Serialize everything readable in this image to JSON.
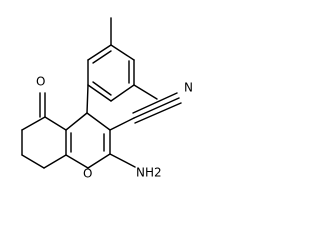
{
  "molecule": {
    "labels": {
      "carbonyl_oxygen": "O",
      "ring_oxygen": "O",
      "nitrile_nitrogen": "N",
      "amino_group": "NH2"
    }
  }
}
